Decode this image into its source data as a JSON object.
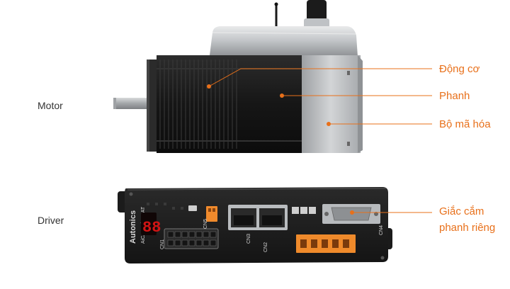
{
  "labels": {
    "motor": "Motor",
    "driver": "Driver"
  },
  "callouts": {
    "motor_body": "Động cơ",
    "brake": "Phanh",
    "encoder": "Bộ mã hóa",
    "brake_connector_line1": "Giắc cắm",
    "brake_connector_line2": "phanh riêng"
  },
  "driver_markings": {
    "brand": "Autonics",
    "model": "AiCA",
    "protocol": "EtherCAT",
    "cn1": "CN1",
    "cn2": "CN2",
    "cn3": "CN3",
    "cn4": "CN4",
    "cn5": "CN5",
    "display": "88"
  },
  "colors": {
    "accent": "#e8701a",
    "text": "#333333",
    "motor_body": "#1c1c1c",
    "encoder_housing": "#b9bcbf",
    "driver_body": "#1f1f1f"
  }
}
